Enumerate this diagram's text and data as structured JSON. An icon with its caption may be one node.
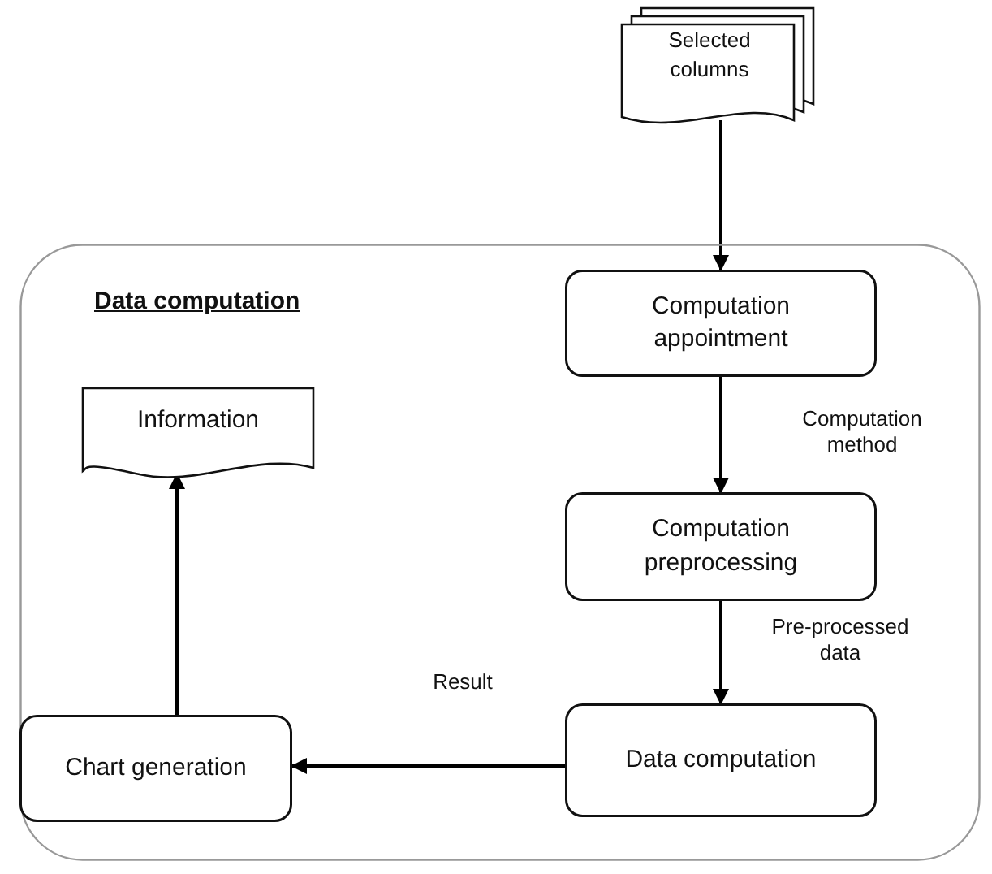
{
  "diagram": {
    "nodes": [
      {
        "text": [
          "Selected columns"
        ]
      },
      {
        "text": [
          "Data computation"
        ]
      },
      {
        "text": [
          "Information"
        ],
        "in": 1
      },
      {
        "text": [
          "Computation appointment"
        ],
        "in": 1
      },
      {
        "text": [
          "Computation preprocessing"
        ],
        "in": 1
      },
      {
        "text": [
          "Chart generation"
        ],
        "in": 1
      },
      {
        "text": [
          "Data computation"
        ],
        "in": 1
      }
    ],
    "edges": [
      {
        "from": 0,
        "to": 3,
        "arrow": "to"
      },
      {
        "from": 3,
        "to": 4,
        "arrow": "to",
        "label": "Computation method"
      },
      {
        "from": 4,
        "to": 6,
        "arrow": "to",
        "label": "Pre-processed data"
      },
      {
        "from": 6,
        "to": 5,
        "arrow": "to",
        "label": "Result"
      },
      {
        "from": 5,
        "to": 2,
        "arrow": "to"
      }
    ]
  }
}
